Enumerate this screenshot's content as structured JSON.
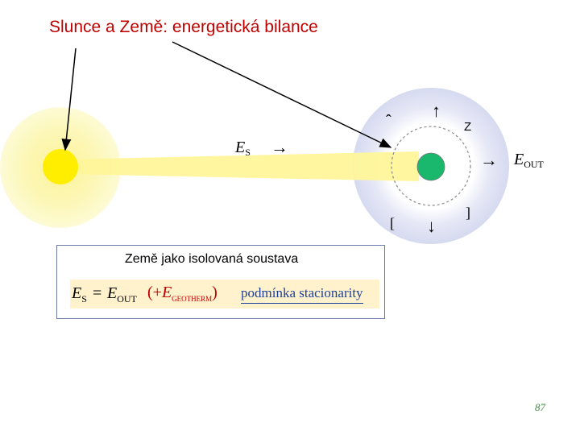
{
  "title": "Slunce a Země: energetická bilance",
  "labels": {
    "es_main": "E",
    "es_sub": "S",
    "eout_main": "E",
    "eout_sub": "OUT",
    "arrow_right": "→",
    "arrow_up": "↑",
    "arrow_down": "↓",
    "caret": "ˆ",
    "z_letter": "Z",
    "bracket_left": "[",
    "bracket_right": "]"
  },
  "box": {
    "label": "Země jako isolovaná soustava",
    "equation": {
      "lhs_main": "E",
      "lhs_sub": "S",
      "eq": "=",
      "rhs_main": "E",
      "rhs_sub": "OUT",
      "open": "(+",
      "geo_main": "E",
      "geo_sub": "GEOTHERM",
      "close": ")",
      "condition": "podmínka stacionarity"
    }
  },
  "page_number": "87",
  "colors": {
    "title": "#c00000",
    "sun": "#ffee00",
    "sun_glow": "#fdfbc4",
    "beam": "#fff59a",
    "earth": "#19b86d",
    "atmosphere": "#dfe2f4",
    "condition_text": "#1f3f9a",
    "paren_text": "#c00000",
    "page_number": "#3d8a3d",
    "equation_strip": "#fff2cc"
  }
}
